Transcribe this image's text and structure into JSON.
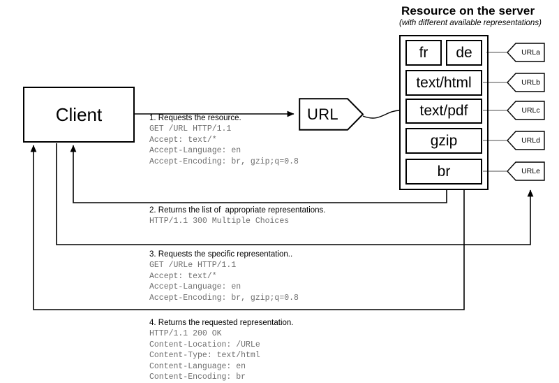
{
  "server": {
    "title": "Resource on the server",
    "subtitle": "(with different available representations)",
    "representations": [
      {
        "label": "fr",
        "url": "URLa"
      },
      {
        "label": "de",
        "url": "URLa"
      },
      {
        "label": "text/html",
        "url": "URLb"
      },
      {
        "label": "text/pdf",
        "url": "URLc"
      },
      {
        "label": "gzip",
        "url": "URLd"
      },
      {
        "label": "br",
        "url": "URLe"
      }
    ],
    "url_tags": [
      "URLa",
      "URLb",
      "URLc",
      "URLd",
      "URLe"
    ]
  },
  "client": {
    "label": "Client"
  },
  "url_node": {
    "label": "URL"
  },
  "steps": [
    {
      "id": "step-1",
      "title": "1. Requests the resource.",
      "code": "GET /URL HTTP/1.1\nAccept: text/*\nAccept-Language: en\nAccept-Encoding: br, gzip;q=0.8"
    },
    {
      "id": "step-2",
      "title": "2. Returns the list of  appropriate representations.",
      "code": "HTTP/1.1 300 Multiple Choices"
    },
    {
      "id": "step-3",
      "title": "3. Requests the specific representation..",
      "code": "GET /URLe HTTP/1.1\nAccept: text/*\nAccept-Language: en\nAccept-Encoding: br, gzip;q=0.8"
    },
    {
      "id": "step-4",
      "title": "4. Returns the requested representation.",
      "code": "HTTP/1.1 200 OK\nContent-Location: /URLe\nContent-Type: text/html\nContent-Language: en\nContent-Encoding: br"
    }
  ],
  "colors": {
    "stroke": "#000000",
    "background": "#ffffff",
    "code_text": "#6e6e6e",
    "connector_gray": "#9a9a9a"
  }
}
